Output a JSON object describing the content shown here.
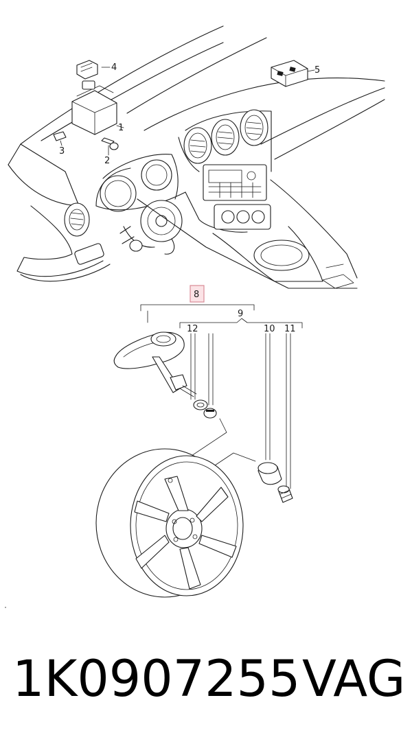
{
  "diagram": {
    "callouts": {
      "c1": "1",
      "c2": "2",
      "c3": "3",
      "c4": "4",
      "c5": "5",
      "c8": "8",
      "c9": "9",
      "c10": "10",
      "c11": "11",
      "c12": "12"
    },
    "highlight_color": "#d98a95"
  },
  "caption": {
    "part_number": "1K0907255",
    "brand": "VAG"
  }
}
